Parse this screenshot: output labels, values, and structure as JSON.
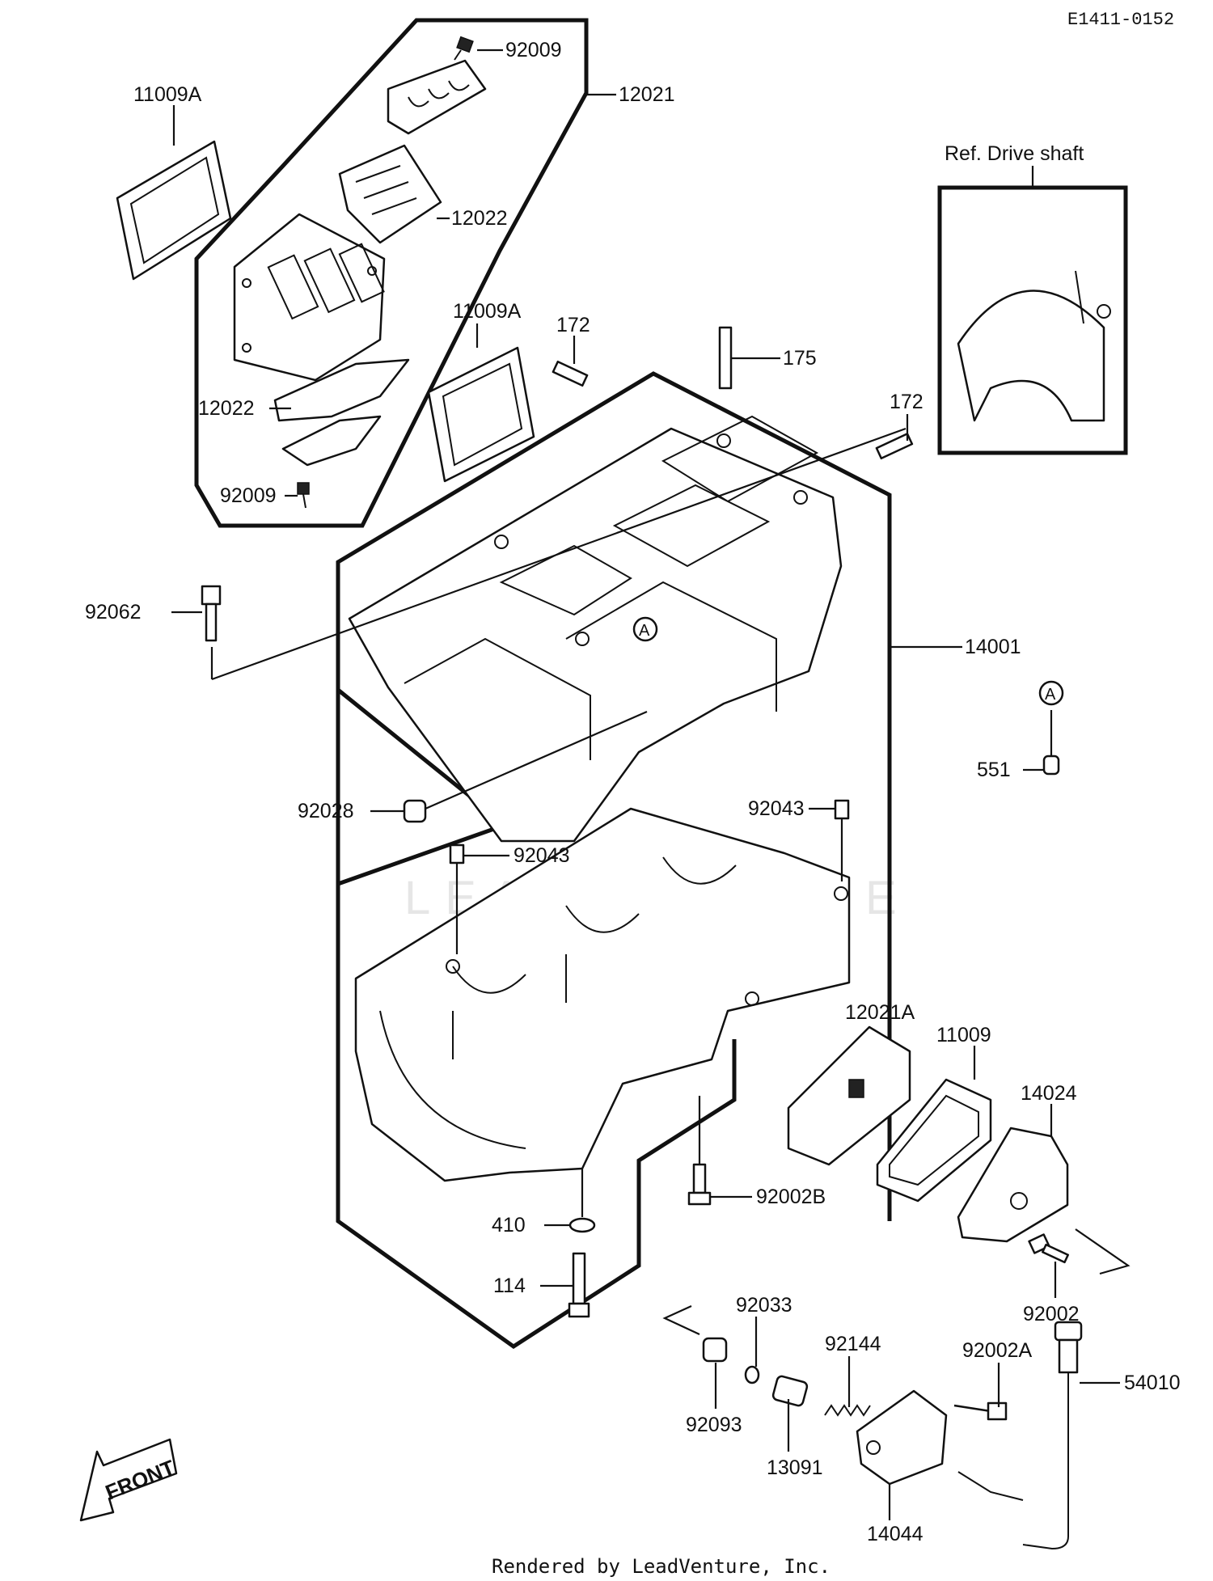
{
  "diagram_code": "E1411-0152",
  "footer_text": "Rendered by LeadVenture, Inc.",
  "watermark": "LEADVENTURE",
  "ref_box_title": "Ref. Drive shaft",
  "front_arrow_text": "FRONT",
  "reference_mark": "A",
  "part_labels": {
    "p92009_top": "92009",
    "p12021": "12021",
    "p11009A_left": "11009A",
    "p12022_right": "12022",
    "p11009A_mid": "11009A",
    "p172_left": "172",
    "p175": "175",
    "p172_right": "172",
    "p12022_left": "12022",
    "p92009_bottom": "92009",
    "p92062": "92062",
    "p14001": "14001",
    "p551": "551",
    "p92043_right": "92043",
    "p92028": "92028",
    "p92043_left": "92043",
    "p12021A": "12021A",
    "p11009": "11009",
    "p14024": "14024",
    "p92002B": "92002B",
    "p410": "410",
    "p114": "114",
    "p92002": "92002",
    "p92033": "92033",
    "p92144": "92144",
    "p92002A": "92002A",
    "p54010": "54010",
    "p92093": "92093",
    "p13091": "13091",
    "p14044": "14044"
  }
}
